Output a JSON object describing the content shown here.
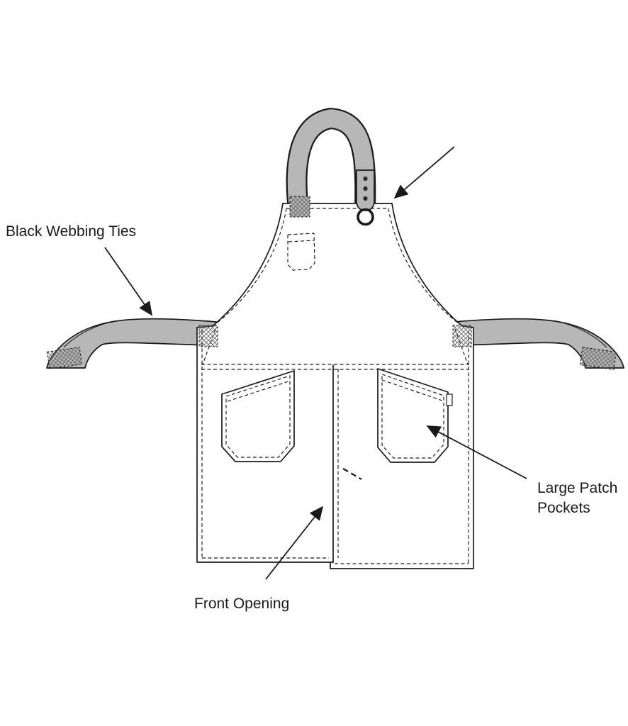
{
  "figure": {
    "name": "apron-technical-drawing",
    "labels": {
      "black_webbing_ties": "Black Webbing Ties",
      "large_patch_pockets": [
        "Large Patch",
        "Pockets"
      ],
      "front_opening": "Front Opening"
    },
    "callouts": [
      {
        "label": "Black Webbing Ties",
        "points_to": "left-waist-tie"
      },
      {
        "label": "",
        "points_to": "neck-strap-hardware"
      },
      {
        "label": "Large Patch Pockets",
        "points_to": "right-patch-pocket"
      },
      {
        "label": "Front Opening",
        "points_to": "front-opening-split"
      }
    ],
    "colors": {
      "ink": "#1a1a1a",
      "webbing": "#b7b7b7",
      "background": "#ffffff"
    }
  }
}
